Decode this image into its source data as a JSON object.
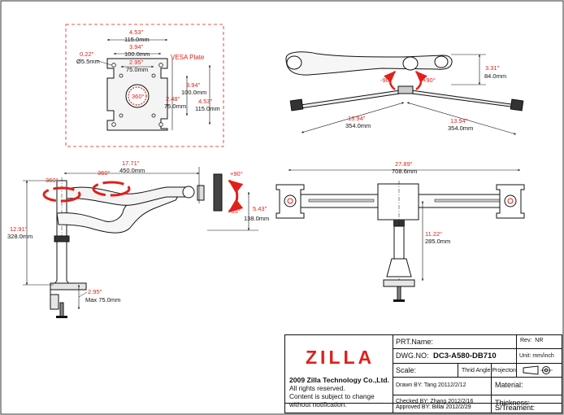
{
  "vesa": {
    "title": "VESA Plate",
    "dims": {
      "outer_width": [
        "4.53\"",
        "115.0mm"
      ],
      "mid_width": [
        "3.94\"",
        "100.0mm"
      ],
      "inner_width": [
        "2.95\"",
        "75.0mm"
      ],
      "hole": [
        "0.22\"",
        "Ø5.5mm"
      ],
      "inner_height": [
        "2.48\"",
        "75.0mm"
      ],
      "mid_height": [
        "3.94\"",
        "100.0mm"
      ],
      "outer_height": [
        "4.53\"",
        "115.0mm"
      ],
      "rotation": "360°"
    }
  },
  "top_view": {
    "tilt_left": "-90°",
    "tilt_right": "+90°",
    "depth": [
      "3.31\"",
      "84.0mm"
    ],
    "arm_left": [
      "13.94\"",
      "354.0mm"
    ],
    "arm_right": [
      "13.94\"",
      "354.0mm"
    ]
  },
  "side_view": {
    "reach": [
      "17.71\"",
      "450.0mm"
    ],
    "rot1": "360°",
    "rot2": "360°",
    "tilt_up": "+90°",
    "tilt_down": "-85°",
    "height": [
      "12.91\"",
      "328.0mm"
    ],
    "head": [
      "5.43\"",
      "138.0mm"
    ],
    "clamp": [
      "2.95\"",
      "Max 75.0mm"
    ]
  },
  "front_view": {
    "span": [
      "27.89\"",
      "708.6mm"
    ],
    "pole": [
      "11.22\"",
      "285.0mm"
    ]
  },
  "title_block": {
    "logo": "ZILLA",
    "company": "2009 Zilla Technology Co.,Ltd.",
    "rights": "All rights reserved.",
    "notice1": "Content is subject to change",
    "notice2": "without notification.",
    "part_name_label": "PRT.Name:",
    "rev_label": "Rev:",
    "rev_value": "NR",
    "dwg_label": "DWG.NO:",
    "dwg_value": "DC3-A580-DB710",
    "unit": "Unit: mm/inch",
    "scale_label": "Scale:",
    "projection": "Thrid Angle Projecton",
    "drawn": "Drawn BY:  Tang  20112/2/12",
    "checked": "Checked BY:  Zhang  2012/2/16",
    "approved": "Approved BY:  Billai  2012/2/29",
    "material_label": "Material:",
    "thickness_label": "Thickness:",
    "treatment_label": "S/Treament:"
  }
}
